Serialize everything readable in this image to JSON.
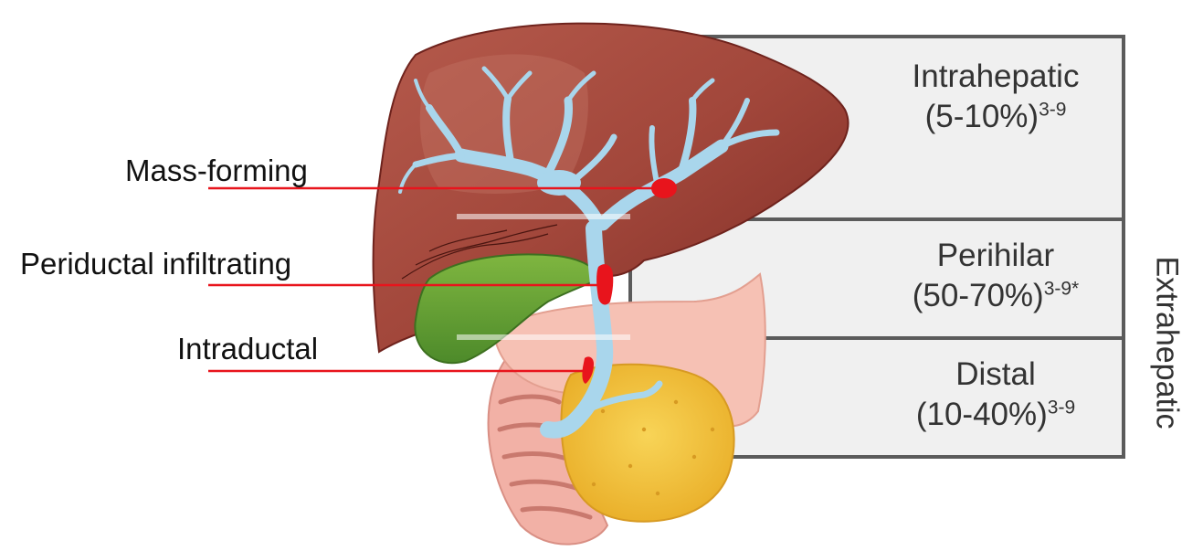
{
  "labels": {
    "mass_forming": "Mass-forming",
    "periductal": "Periductal infiltrating",
    "intraductal": "Intraductal"
  },
  "regions": {
    "intrahepatic": {
      "name": "Intrahepatic",
      "pct": "(5-10%)",
      "ref": "3-9"
    },
    "perihilar": {
      "name": "Perihilar",
      "pct": "(50-70%)",
      "ref": "3-9*"
    },
    "distal": {
      "name": "Distal",
      "pct": "(10-40%)",
      "ref": "3-9"
    }
  },
  "extrahepatic_label": "Extrahepatic",
  "colors": {
    "liver": "#9b3b32",
    "gallbladder": "#6aa234",
    "bile_duct": "#a9d6ec",
    "pancreas": "#f3c63f",
    "duodenum": "#f2b1a6",
    "lesion": "#e8141c",
    "box_fill": "#f0f0f0",
    "box_border": "#5b5b5b"
  }
}
